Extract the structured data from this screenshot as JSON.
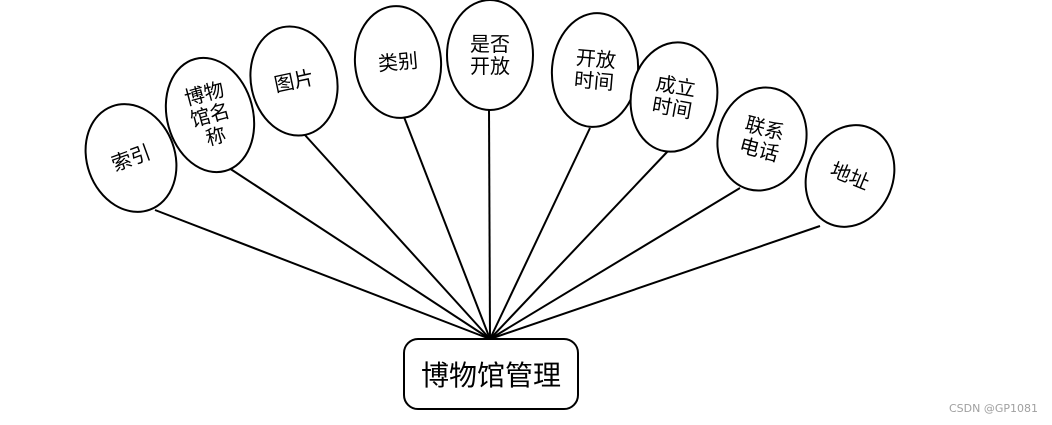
{
  "entity": {
    "label": "博物馆管理"
  },
  "attributes": [
    {
      "id": "index",
      "lines": [
        "索引"
      ]
    },
    {
      "id": "museum-name",
      "lines": [
        "博物",
        "馆名",
        "称"
      ]
    },
    {
      "id": "picture",
      "lines": [
        "图片"
      ]
    },
    {
      "id": "category",
      "lines": [
        "类别"
      ]
    },
    {
      "id": "is-open",
      "lines": [
        "是否",
        "开放"
      ]
    },
    {
      "id": "open-time",
      "lines": [
        "开放",
        "时间"
      ]
    },
    {
      "id": "founded-time",
      "lines": [
        "成立",
        "时间"
      ]
    },
    {
      "id": "contact-phone",
      "lines": [
        "联系",
        "电话"
      ]
    },
    {
      "id": "address",
      "lines": [
        "地址"
      ]
    }
  ],
  "watermark": "CSDN @GP1081"
}
